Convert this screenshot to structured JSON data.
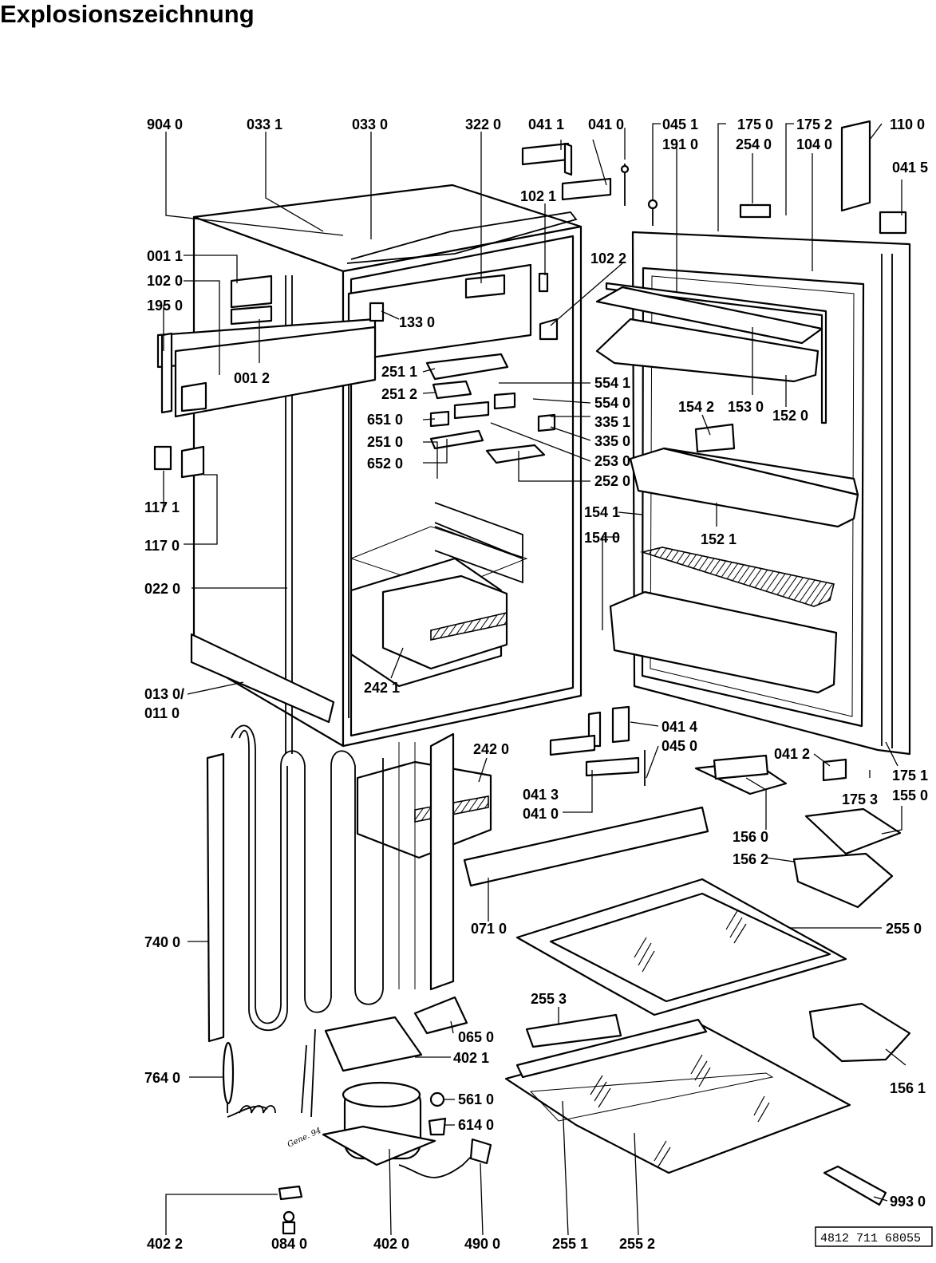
{
  "title": "Explosionszeichnung",
  "document_number": "4812 711 68055",
  "handwritten_note": "Gene. 94",
  "labels": {
    "l9040": "904 0",
    "l0331": "033 1",
    "l0330": "033 0",
    "l3220": "322 0",
    "l0411a": "041 1",
    "l0410a": "041 0",
    "l0451": "045 1",
    "l1910": "191 0",
    "l1750": "175 0",
    "l2540": "254 0",
    "l1752": "175 2",
    "l1040": "104 0",
    "l1100": "110 0",
    "l0415": "041 5",
    "l1021": "102 1",
    "l1022": "102 2",
    "l0011": "001 1",
    "l1020": "102 0",
    "l1950": "195 0",
    "l0012": "001 2",
    "l1330": "133 0",
    "l2511": "251 1",
    "l2512": "251 2",
    "l6510": "651 0",
    "l2510": "251 0",
    "l6520": "652 0",
    "l5541": "554 1",
    "l5540": "554 0",
    "l3351": "335 1",
    "l3350": "335 0",
    "l2530": "253 0",
    "l2520": "252 0",
    "l1542": "154 2",
    "l1530": "153 0",
    "l1520": "152 0",
    "l1521": "152 1",
    "l1541": "154 1",
    "l1540": "154 0",
    "l1171": "117 1",
    "l1170": "117 0",
    "l0220": "022 0",
    "l2421": "242 1",
    "l0130": "013 0/",
    "l0110": "011 0",
    "l0414": "041 4",
    "l0450": "045 0",
    "l2420": "242 0",
    "l0413": "041 3",
    "l0410b": "041 0",
    "l0412": "041 2",
    "l1753": "175 3",
    "l1751": "175 1",
    "l1550": "155 0",
    "l1560": "156 0",
    "l1562": "156 2",
    "l0710": "071 0",
    "l2550": "255 0",
    "l7400": "740 0",
    "l2553": "255 3",
    "l0650": "065 0",
    "l4021": "402 1",
    "l7640": "764 0",
    "l5610": "561 0",
    "l6140": "614 0",
    "l1561": "156 1",
    "l9930": "993 0",
    "l4022": "402 2",
    "l0840": "084 0",
    "l4020": "402 0",
    "l4900": "490 0",
    "l2551": "255 1",
    "l2552": "255 2"
  }
}
